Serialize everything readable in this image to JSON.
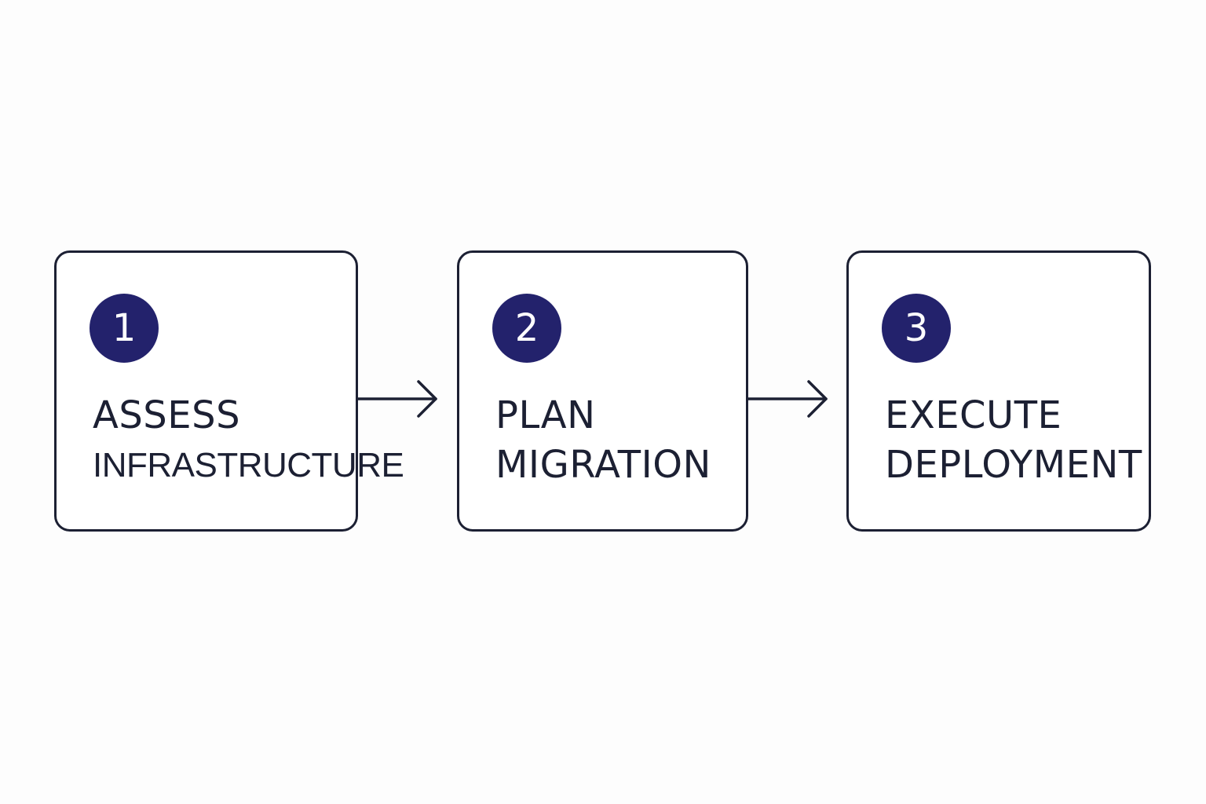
{
  "colors": {
    "background": "#fdfdfd",
    "box_border": "#1c2033",
    "box_fill": "#ffffff",
    "badge_fill": "#23226c",
    "badge_text": "#ffffff",
    "label_text": "#1c2033",
    "arrow": "#1c2033"
  },
  "steps": [
    {
      "number": "1",
      "title_line_1": "ASSESS",
      "title_line_2": "INFRASTRUCTURE"
    },
    {
      "number": "2",
      "title_line_1": "PLAN",
      "title_line_2": "MIGRATION"
    },
    {
      "number": "3",
      "title_line_1": "EXECUTE",
      "title_line_2": "DEPLOYMENT"
    }
  ],
  "connectors": [
    {
      "from": "1",
      "to": "2",
      "icon": "right-arrow-icon"
    },
    {
      "from": "2",
      "to": "3",
      "icon": "right-arrow-icon"
    }
  ]
}
